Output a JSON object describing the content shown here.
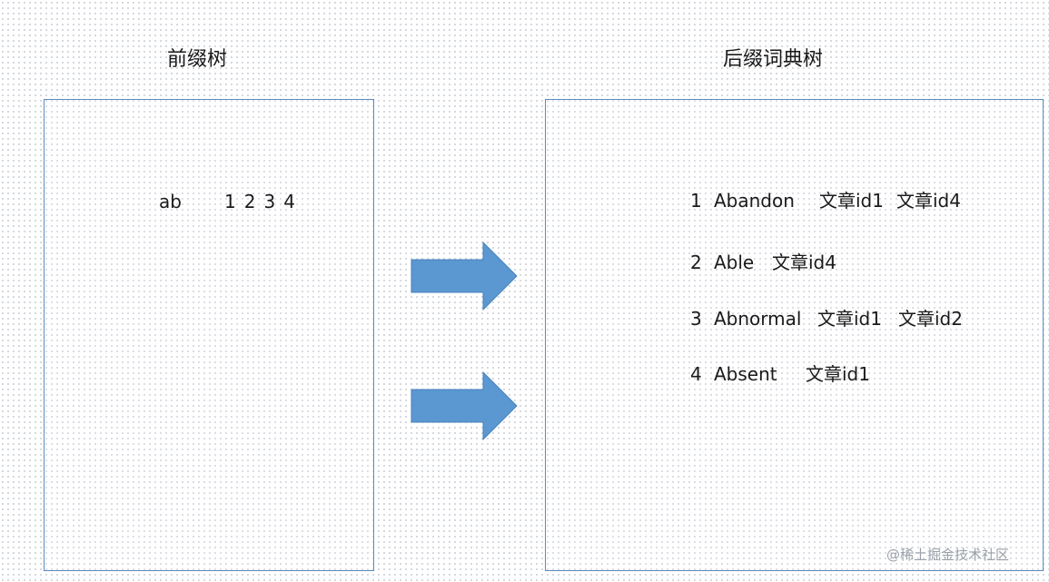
{
  "left_panel": {
    "title": "前缀树",
    "prefix": "ab",
    "ids": [
      "1",
      "2",
      "3",
      "4"
    ]
  },
  "right_panel": {
    "title": "后缀词典树",
    "entries": [
      {
        "num": "1",
        "word": "Abandon",
        "docs": [
          "文章id1",
          "文章id4"
        ]
      },
      {
        "num": "2",
        "word": "Able",
        "docs": [
          "文章id4"
        ]
      },
      {
        "num": "3",
        "word": "Abnormal",
        "docs": [
          "文章id1",
          "文章id2"
        ]
      },
      {
        "num": "4",
        "word": "Absent",
        "docs": [
          "文章id1"
        ]
      }
    ]
  },
  "arrow_color": "#5b97d1",
  "border_color": "#5b8bbf",
  "watermark": "@稀土掘金技术社区"
}
